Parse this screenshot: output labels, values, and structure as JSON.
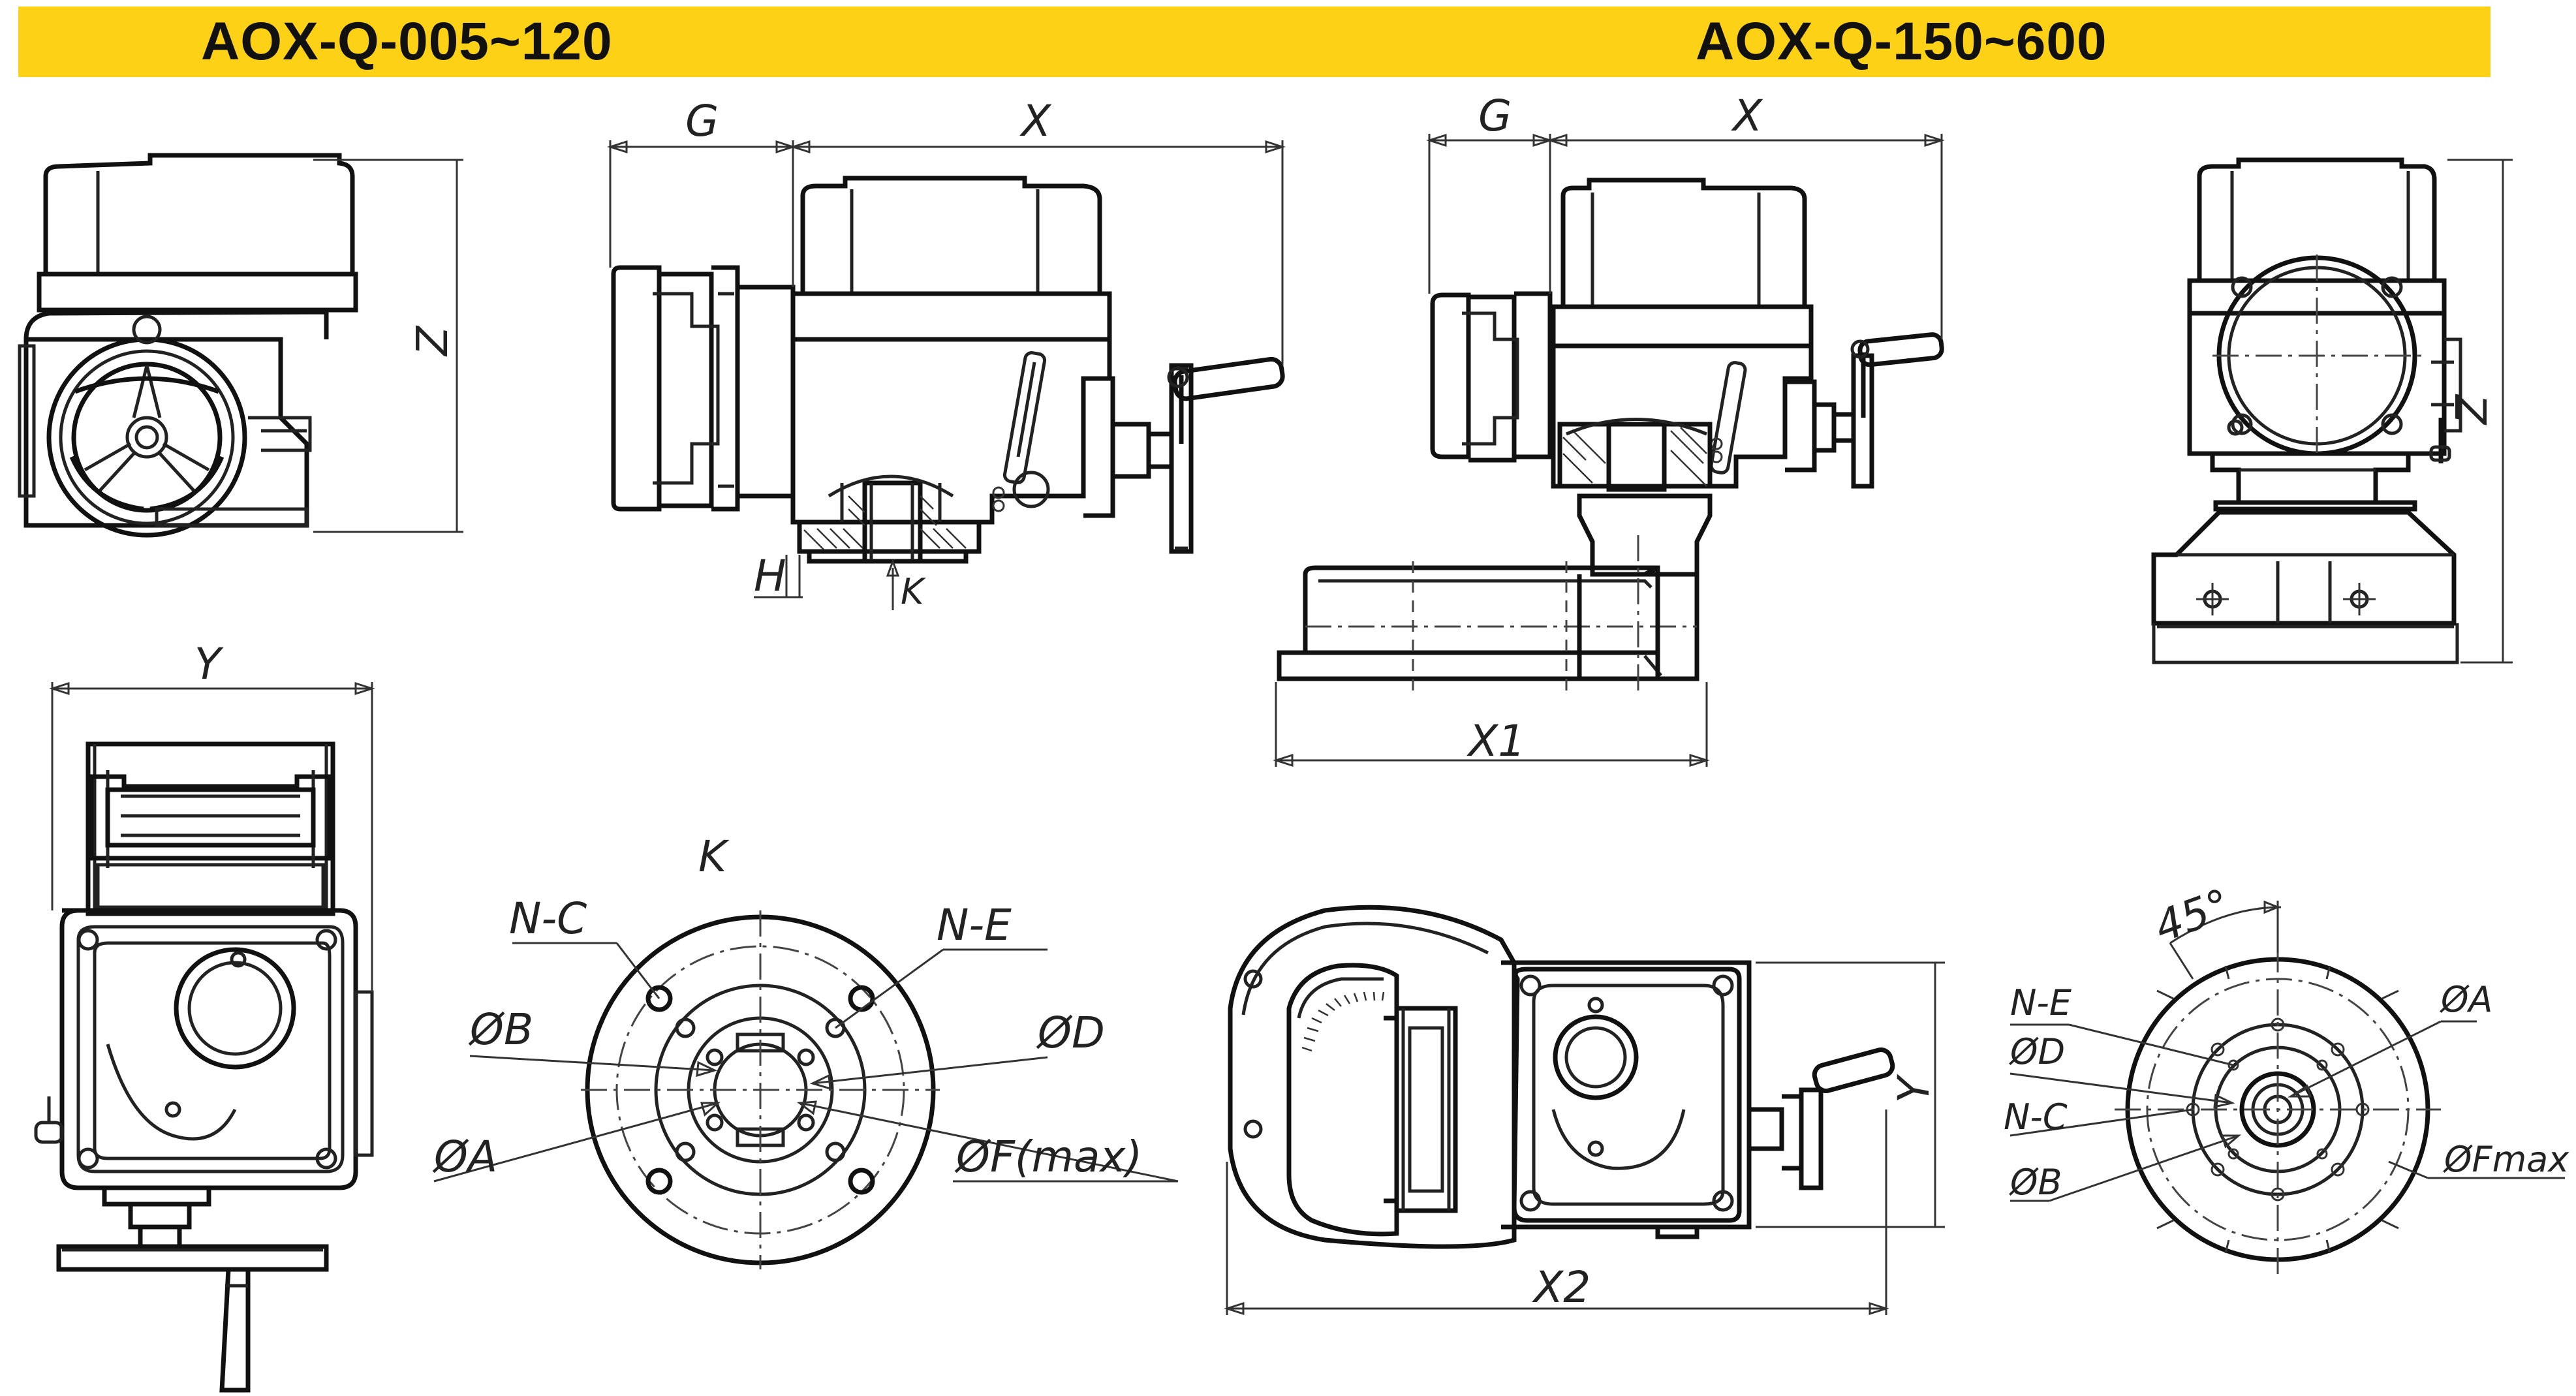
{
  "header": {
    "left_title": "AOX-Q-005~120",
    "right_title": "AOX-Q-150~600",
    "bar_color": "#fcd116"
  },
  "labels": {
    "G": "G",
    "X": "X",
    "Z": "Z",
    "H": "H",
    "K": "K",
    "Y": "Y",
    "X1": "X1",
    "X2": "X2",
    "NC": "N-C",
    "NE": "N-E",
    "phiB": "ØB",
    "phiD": "ØD",
    "phiA": "ØA",
    "phiFmax_paren": "ØF(max)",
    "phiFmax": "ØFmax",
    "angle45": "45°"
  }
}
